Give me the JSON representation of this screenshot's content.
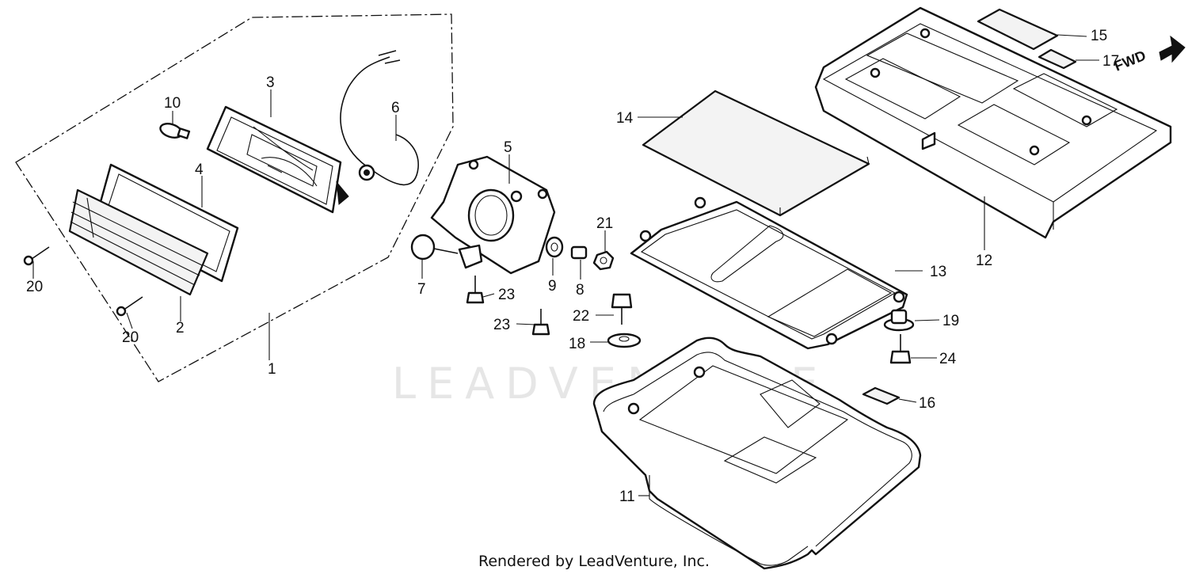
{
  "watermark": "LEADVENTURE",
  "footer": {
    "credit": "Rendered by LeadVenture, Inc."
  },
  "direction_label": "FWD",
  "callouts": {
    "n1": "1",
    "n2": "2",
    "n3": "3",
    "n4": "4",
    "n5": "5",
    "n6": "6",
    "n7": "7",
    "n8": "8",
    "n9": "9",
    "n10": "10",
    "n11": "11",
    "n12": "12",
    "n13": "13",
    "n14": "14",
    "n15": "15",
    "n16": "16",
    "n17": "17",
    "n18": "18",
    "n19": "19",
    "n20a": "20",
    "n20b": "20",
    "n21": "21",
    "n22": "22",
    "n23a": "23",
    "n23b": "23",
    "n24": "24"
  }
}
